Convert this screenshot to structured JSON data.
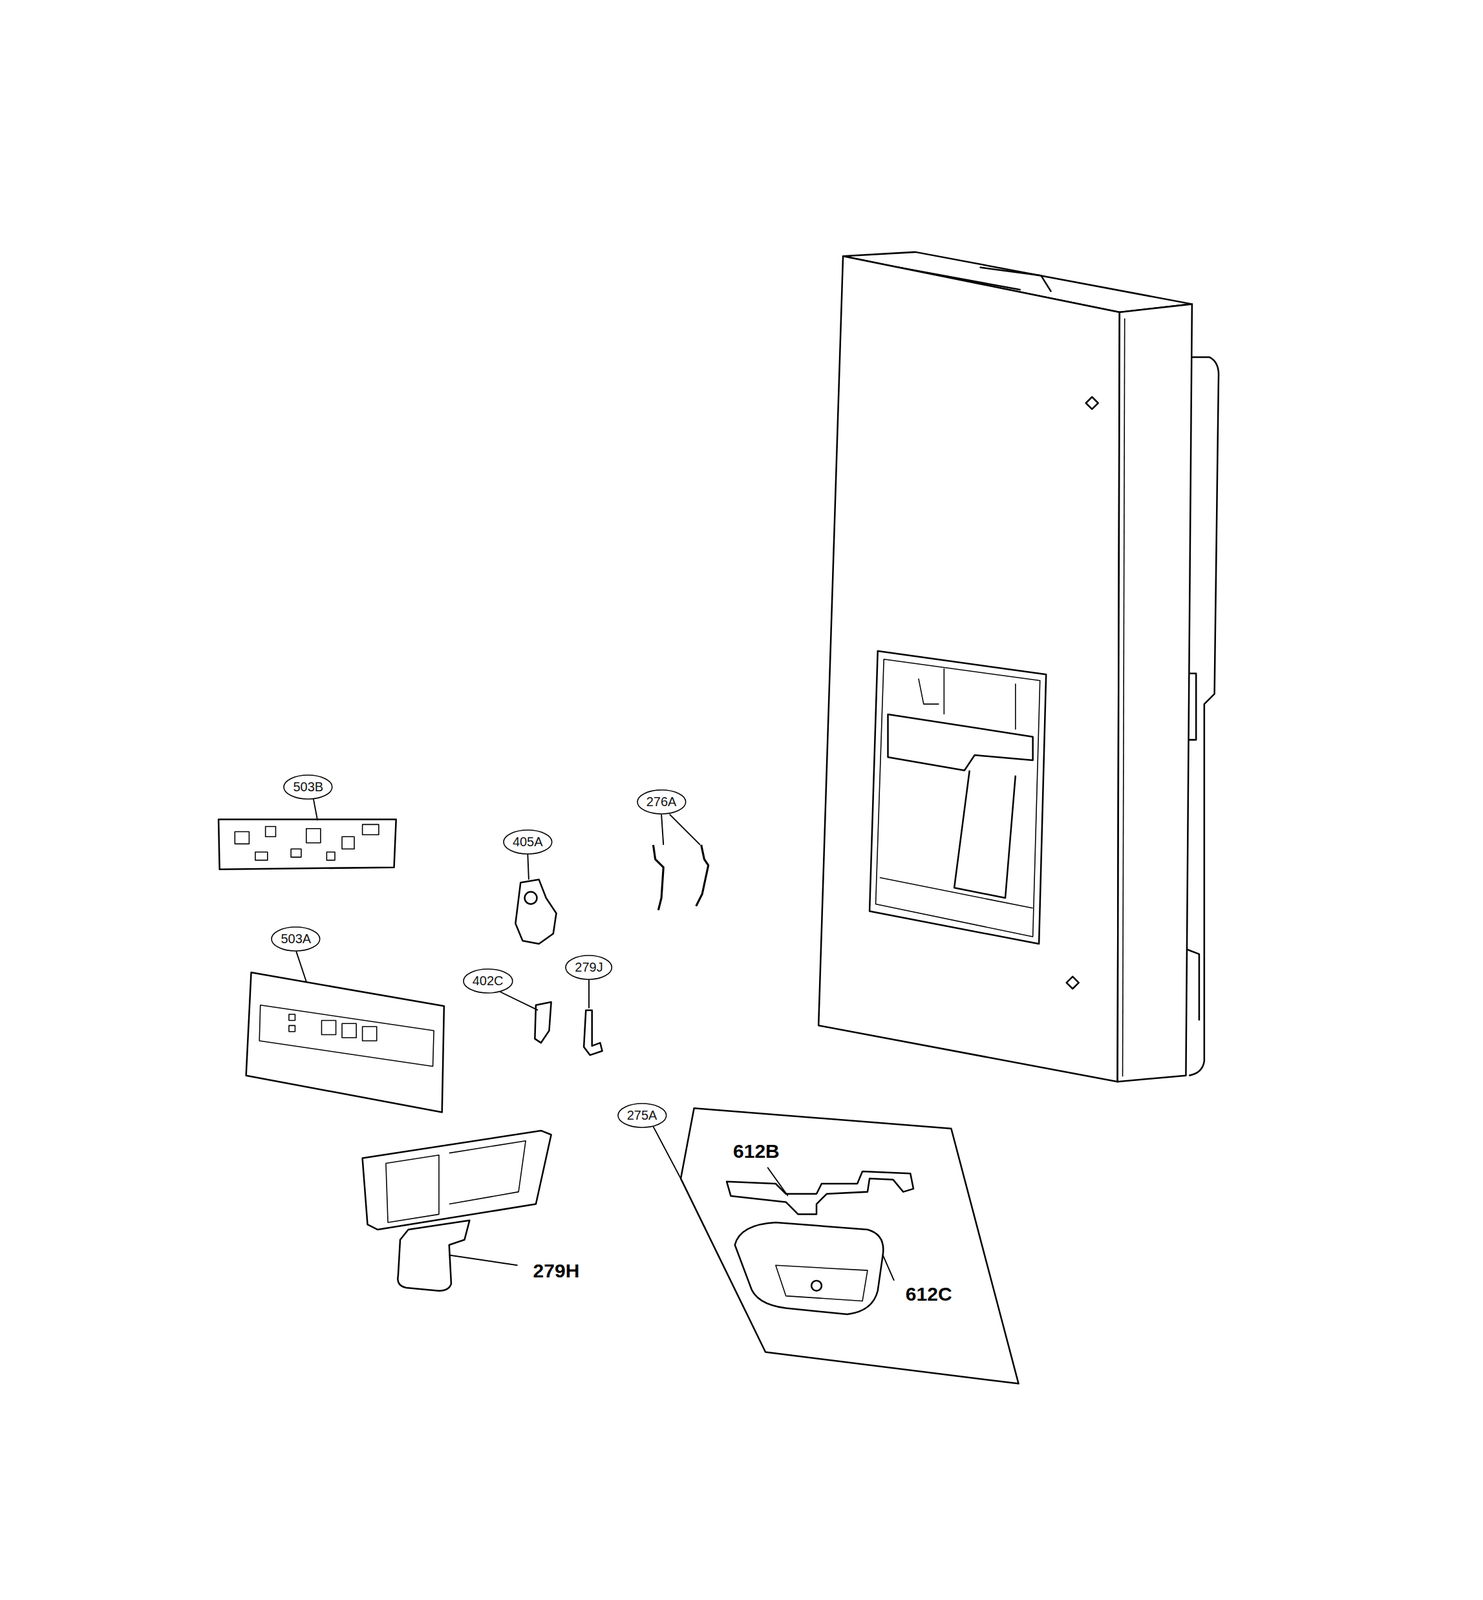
{
  "diagram": {
    "nodes": [
      {
        "text": [
          "503B"
        ]
      },
      {
        "text": [
          "405A"
        ]
      },
      {
        "text": [
          "276A"
        ]
      },
      {
        "text": [
          "503A"
        ]
      },
      {
        "text": [
          "402C"
        ]
      },
      {
        "text": [
          "279J"
        ]
      },
      {
        "text": [
          "275A"
        ]
      }
    ],
    "labels": [
      "612B",
      "279H",
      "612C"
    ]
  }
}
